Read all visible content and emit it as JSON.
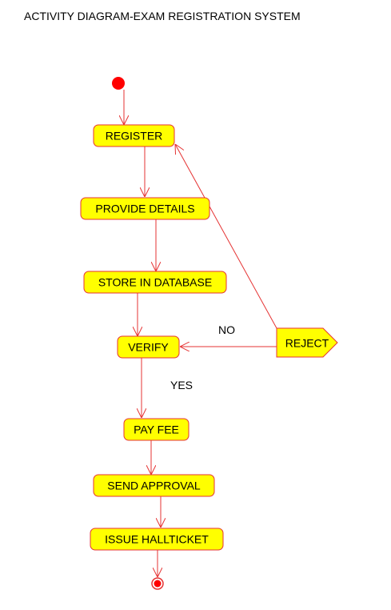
{
  "title": "ACTIVITY DIAGRAM-EXAM REGISTRATION SYSTEM",
  "colors": {
    "node_fill": "#ffff00",
    "node_stroke": "#e53333",
    "edge": "#e53333",
    "start": "#ff0000"
  },
  "nodes": {
    "register": "REGISTER",
    "provide_details": "PROVIDE DETAILS",
    "store_in_database": "STORE IN DATABASE",
    "verify": "VERIFY",
    "reject": "REJECT",
    "pay_fee": "PAY FEE",
    "send_approval": "SEND APPROVAL",
    "issue_hallticket": "ISSUE HALLTICKET"
  },
  "edge_labels": {
    "no": "NO",
    "yes": "YES"
  }
}
